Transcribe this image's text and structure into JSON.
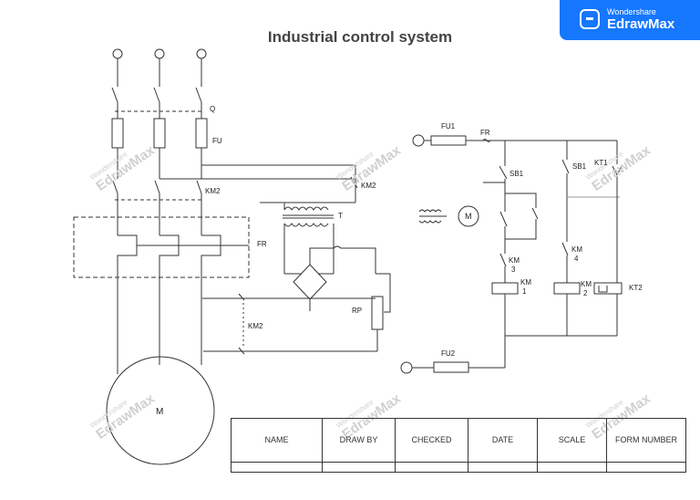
{
  "title": "Industrial control system",
  "brand": {
    "line1": "Wondershare",
    "line2": "EdrawMax",
    "color": "#1677ff"
  },
  "watermark": {
    "line1": "Wondershare",
    "line2": "EdrawMax"
  },
  "labels": {
    "q": "Q",
    "fu": "FU",
    "km2_top": "KM2",
    "km2_mid": "KM2",
    "km2_low": "KM2",
    "t": "T",
    "fr_left": "FR",
    "rp": "RP",
    "motor": "M",
    "small_motor": "M",
    "fu1": "FU1",
    "fr_right": "FR",
    "sb1_a": "SB1",
    "sb1_b": "SB1",
    "kt1": "KT1",
    "km_a": "KM",
    "num_3": "3",
    "km_b": "KM",
    "num_4": "4",
    "km_c": "KM",
    "num_1": "1",
    "km_d": "KM",
    "num_2": "2",
    "kt2": "KT2",
    "fu2": "FU2"
  },
  "table": {
    "headers": [
      "NAME",
      "DRAW BY",
      "CHECKED",
      "DATE",
      "SCALE",
      "FORM NUMBER"
    ],
    "values": [
      "",
      "",
      "",
      "",
      "",
      ""
    ]
  }
}
